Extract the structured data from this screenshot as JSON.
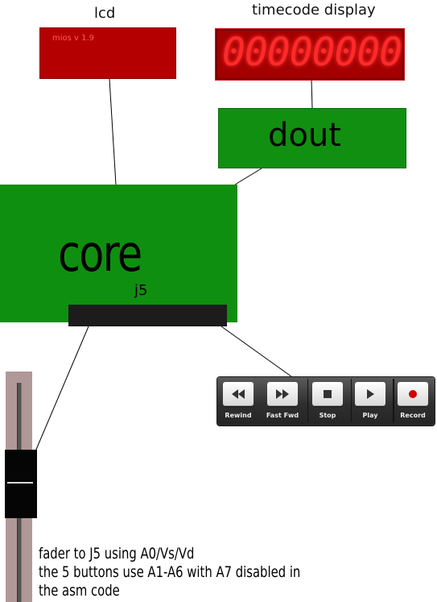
{
  "lcd": {
    "title": "lcd",
    "screen_text": "mios v 1.9",
    "color": "#b40000"
  },
  "timecode": {
    "title": "timecode display",
    "digits": "00000000",
    "digit_color": "#ff2a2a"
  },
  "dout": {
    "label": "dout",
    "color": "#118f11"
  },
  "core": {
    "label": "core",
    "port_label": "j5",
    "color": "#0f8f0f"
  },
  "transport": {
    "buttons": [
      {
        "label": "Rewind",
        "icon": "rewind-icon"
      },
      {
        "label": "Fast Fwd",
        "icon": "fast-forward-icon"
      },
      {
        "label": "Stop",
        "icon": "stop-icon"
      },
      {
        "label": "Play",
        "icon": "play-icon"
      },
      {
        "label": "Record",
        "icon": "record-icon"
      }
    ]
  },
  "fader": {
    "track_color": "#b19898"
  },
  "note": {
    "lines": [
      "fader to J5 using A0/Vs/Vd",
      "the 5 buttons use A1-A6 with A7 disabled in",
      "the asm code"
    ]
  }
}
